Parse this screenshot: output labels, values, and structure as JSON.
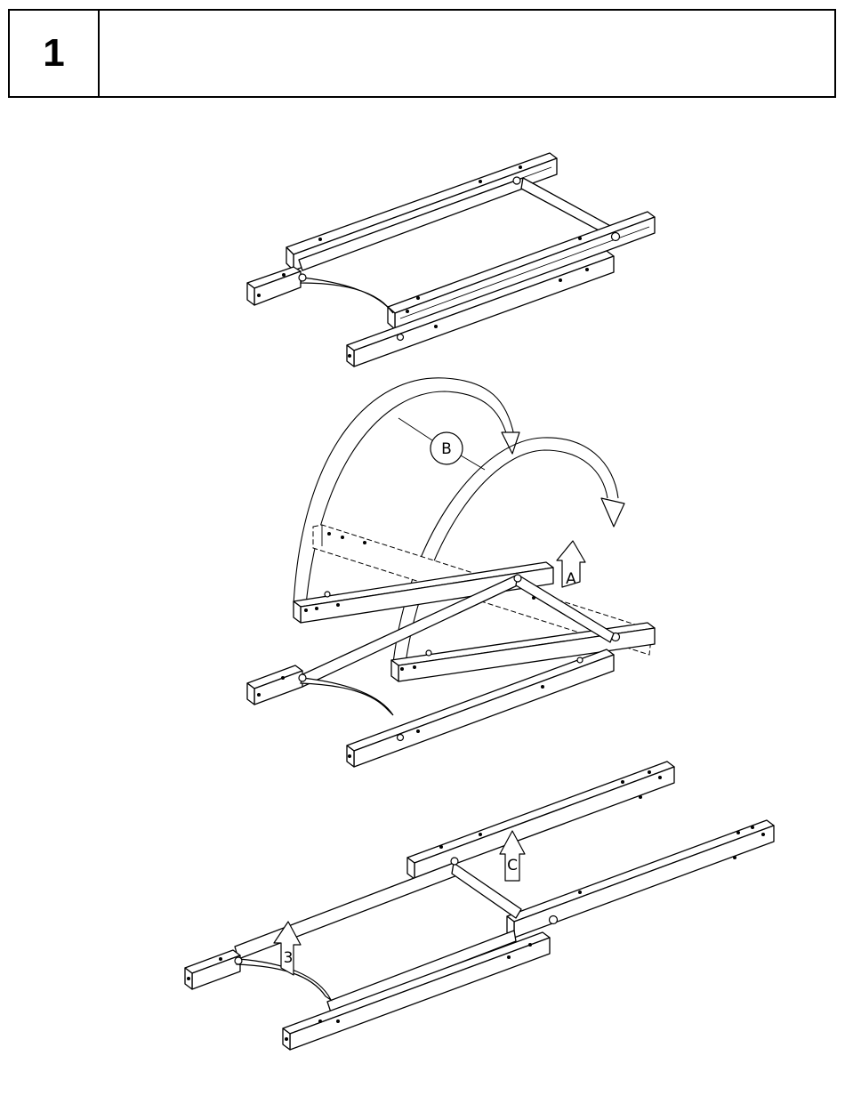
{
  "step": {
    "number": "1",
    "text": ""
  },
  "labels": {
    "a": "A",
    "b": "B",
    "c": "C",
    "three": "3"
  }
}
